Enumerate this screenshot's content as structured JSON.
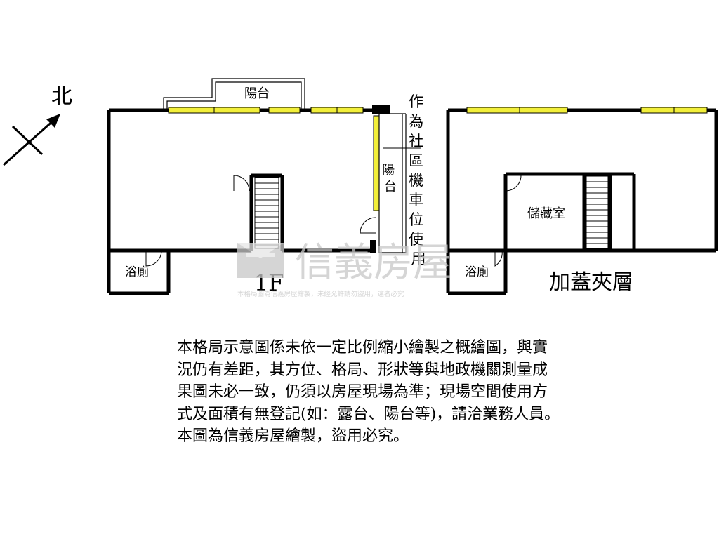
{
  "compass": {
    "north_label": "北"
  },
  "floor_1": {
    "label": "1F",
    "rooms": {
      "balcony_top": "陽台",
      "balcony_side": "陽台",
      "bathroom": "浴廁"
    },
    "side_note": "作為社區機車位使用"
  },
  "mezzanine": {
    "label": "加蓋夾層",
    "rooms": {
      "storage": "儲藏室",
      "bathroom": "浴廁"
    }
  },
  "watermark": {
    "brand": "信義房屋",
    "notice": "本格局圖為信義房屋繪製，未經允許請勿盜用，違者必究"
  },
  "colors": {
    "wall": "#000000",
    "window": "#f2ef3a",
    "watermark": "#c8c8c8"
  },
  "disclaimer": {
    "lines": [
      "本格局示意圖係未依一定比例縮小繪製之概繪圖，與實",
      "況仍有差距，其方位、格局、形狀等與地政機關測量成",
      "果圖未必一致，仍須以房屋現場為準；現場空間使用方",
      "式及面積有無登記(如：露台、陽台等)，請洽業務人員。",
      "本圖為信義房屋繪製，盜用必究。"
    ]
  }
}
